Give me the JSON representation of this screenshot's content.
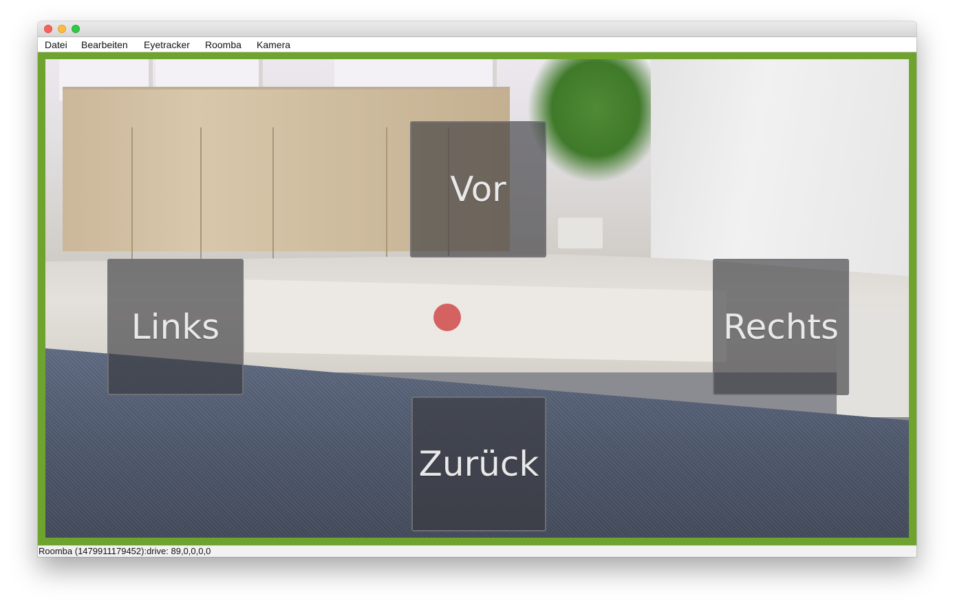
{
  "window": {
    "controls": [
      "close-button",
      "minimize-button",
      "zoom-button"
    ]
  },
  "menubar": {
    "items": [
      {
        "label": "Datei"
      },
      {
        "label": "Bearbeiten"
      },
      {
        "label": "Eyetracker"
      },
      {
        "label": "Roomba"
      },
      {
        "label": "Kamera"
      }
    ]
  },
  "camera": {
    "frame_color": "#6ea32e",
    "buttons": {
      "forward": "Vor",
      "left": "Links",
      "right": "Rechts",
      "back": "Zurück"
    },
    "gaze_marker_color": "#d04e4e"
  },
  "statusbar": {
    "text": "Roomba (1479911179452):drive: 89,0,0,0,0"
  }
}
